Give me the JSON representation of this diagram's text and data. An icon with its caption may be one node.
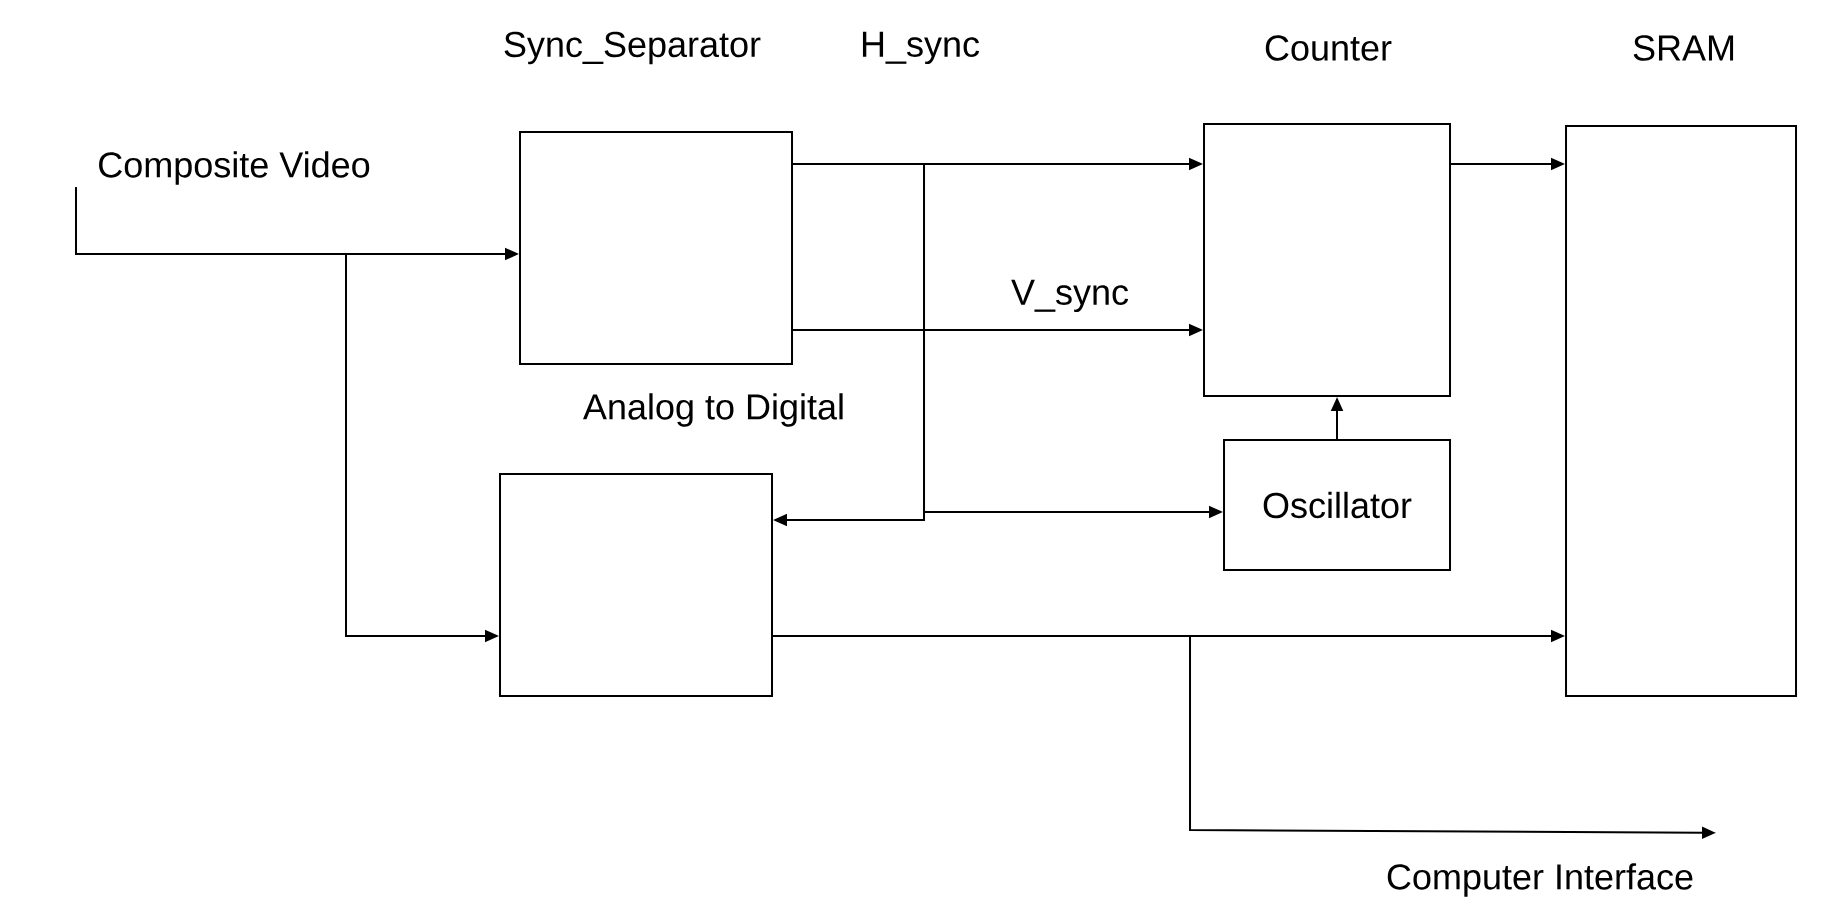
{
  "diagram": {
    "nodes": [
      {
        "text": [
          "Sync_Separator"
        ]
      },
      {
        "text": [
          "Analog to Digital"
        ]
      },
      {
        "text": [
          "Counter"
        ]
      },
      {
        "text": [
          "Oscillator"
        ]
      },
      {
        "text": [
          "SRAM"
        ]
      },
      {
        "text": [
          "Composite Video"
        ]
      },
      {
        "text": [
          "Computer Interface"
        ]
      }
    ],
    "edges": [
      {
        "from": 5,
        "to": 0,
        "arrow": "to"
      },
      {
        "from": 5,
        "to": 1,
        "arrow": "to"
      },
      {
        "from": 0,
        "to": 2,
        "arrow": "to",
        "label": "H_sync"
      },
      {
        "from": 0,
        "to": 2,
        "arrow": "to",
        "label": "V_sync"
      },
      {
        "from": 0,
        "to": 3,
        "arrow": "to"
      },
      {
        "from": 0,
        "to": 1,
        "arrow": "to"
      },
      {
        "from": 3,
        "to": 2,
        "arrow": "to"
      },
      {
        "from": 2,
        "to": 4,
        "arrow": "to"
      },
      {
        "from": 1,
        "to": 4,
        "arrow": "to"
      },
      {
        "from": 1,
        "to": 6,
        "arrow": "to"
      }
    ]
  }
}
